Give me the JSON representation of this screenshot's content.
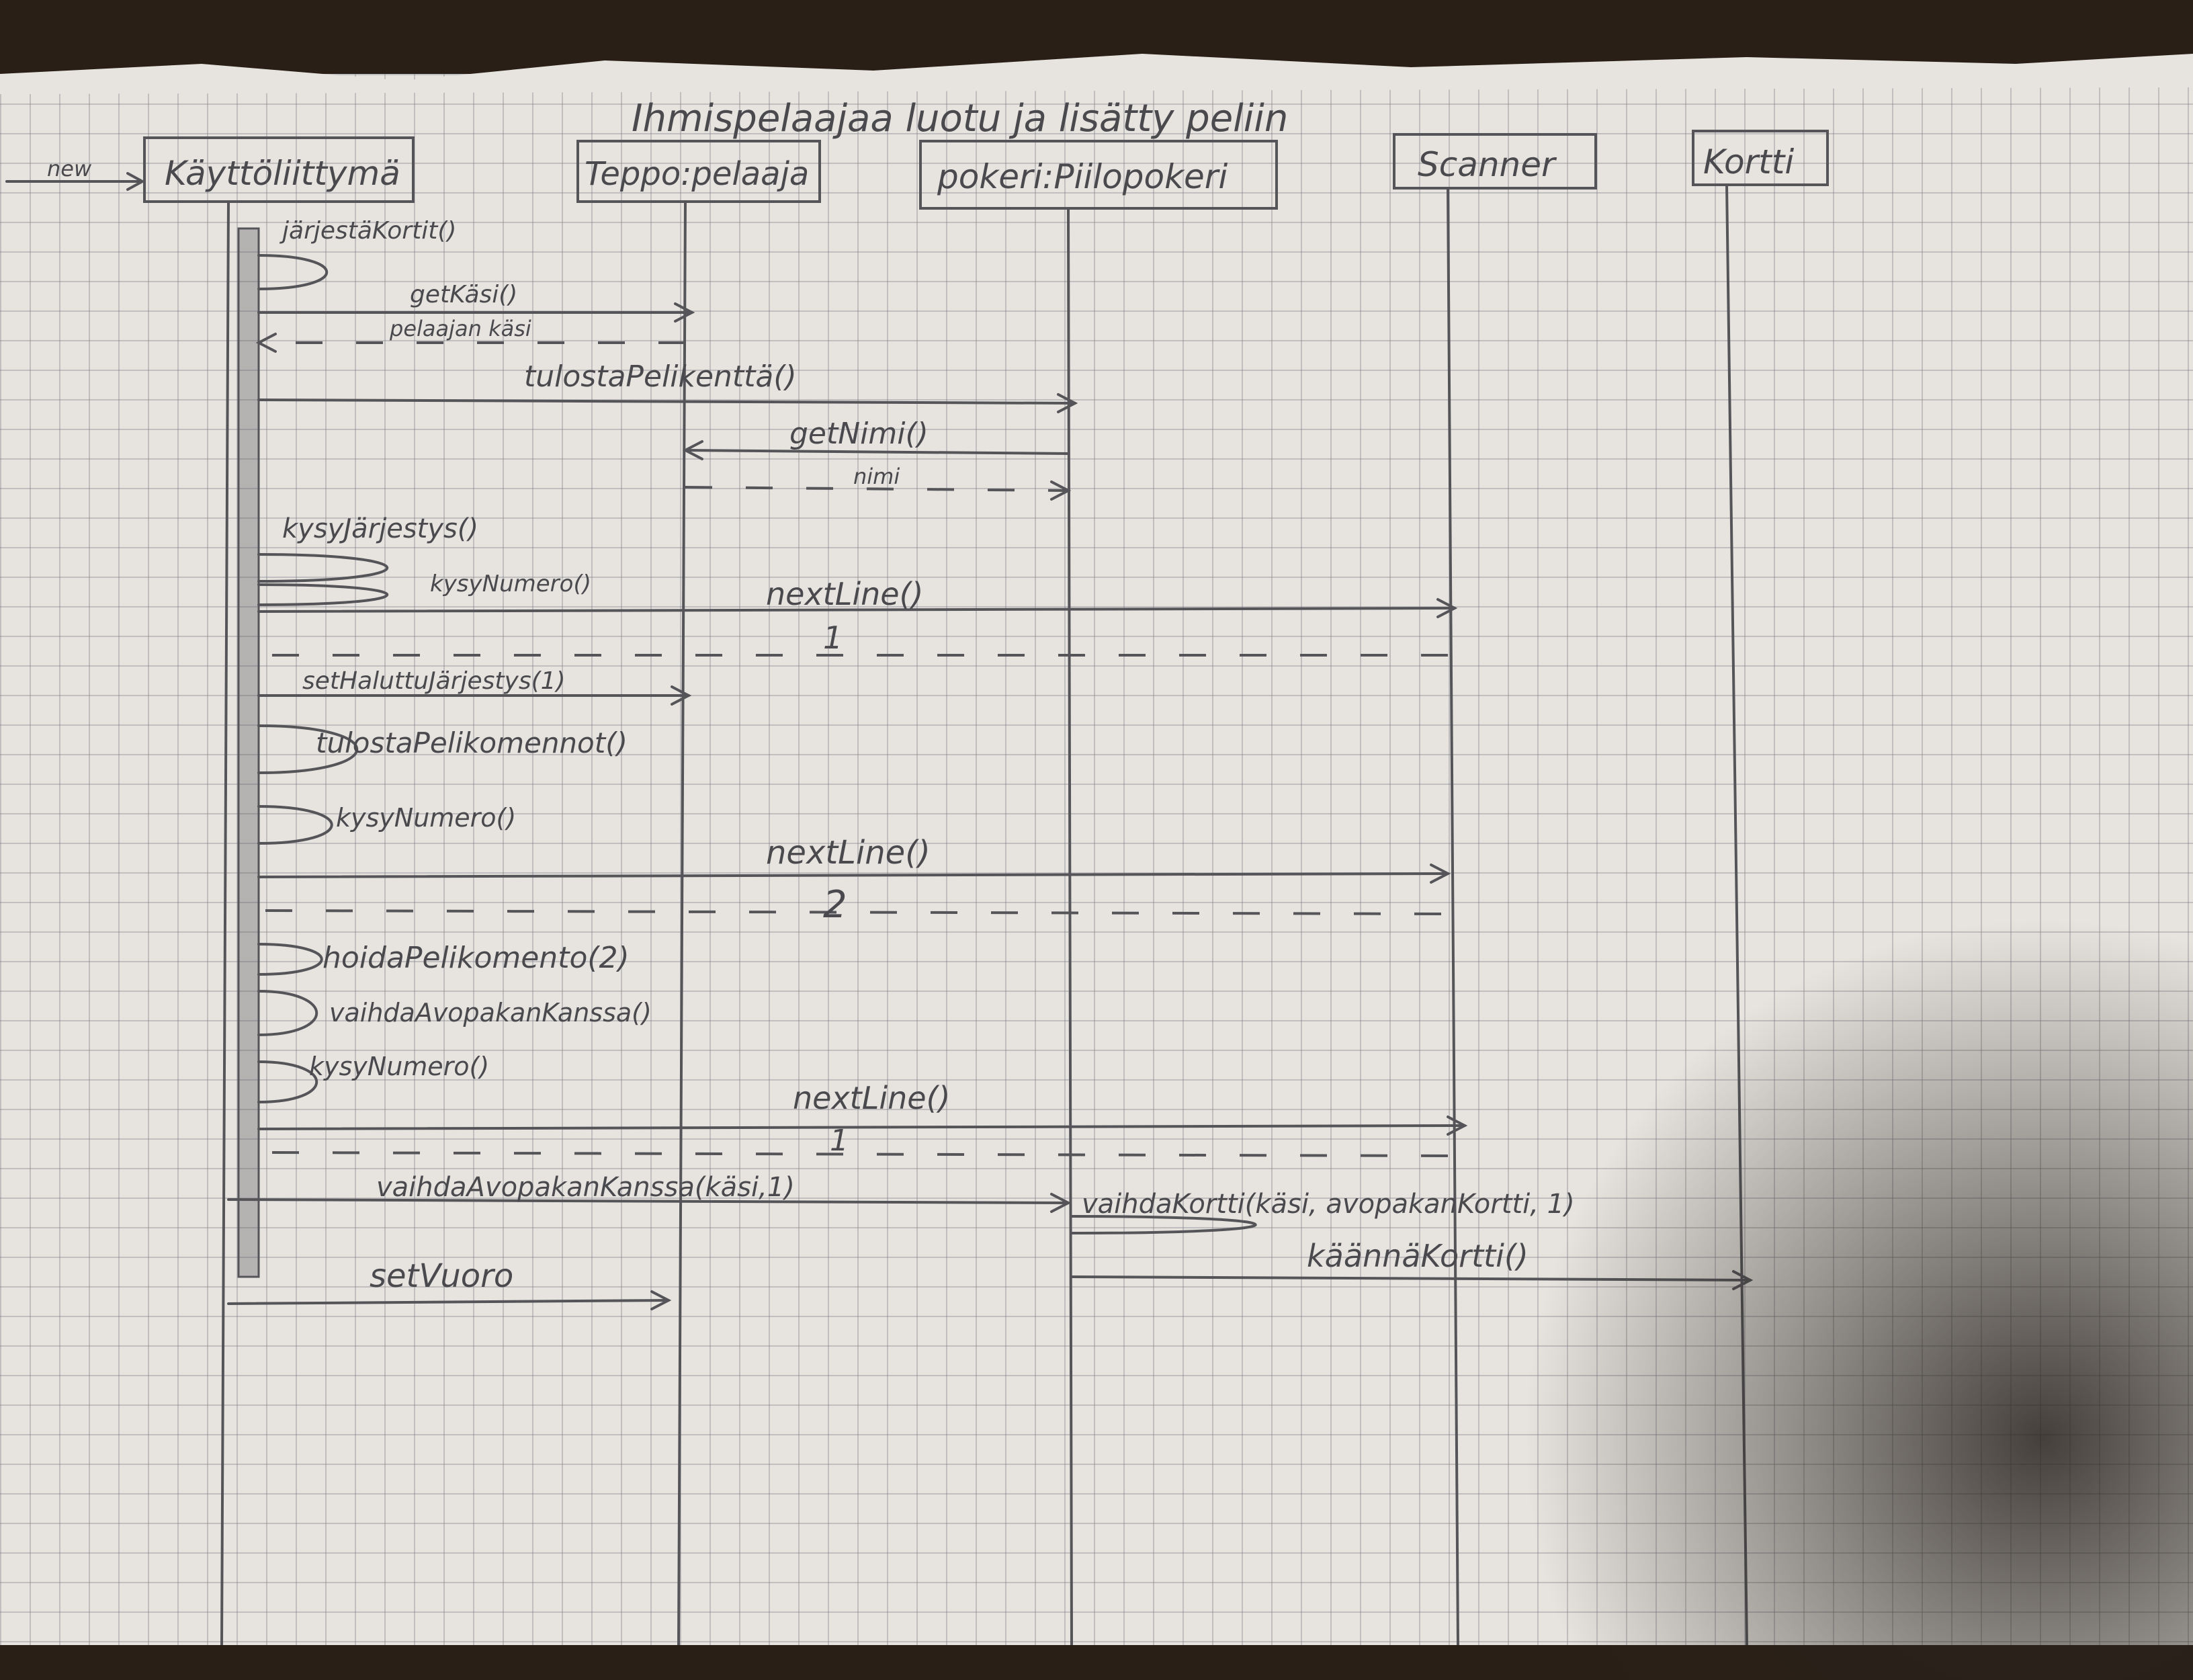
{
  "title": "Ihmispelaajaa luotu ja lisätty peliin",
  "new_label": "new",
  "participants": [
    {
      "id": "ui",
      "label": "Käyttöliittymä"
    },
    {
      "id": "teppo",
      "label": "Teppo:pelaaja"
    },
    {
      "id": "pokeri",
      "label": "pokeri:Piilopokeri"
    },
    {
      "id": "scanner",
      "label": "Scanner"
    },
    {
      "id": "kortti",
      "label": "Kortti"
    }
  ],
  "messages": [
    {
      "label": "järjestäKortit()",
      "kind": "self"
    },
    {
      "label": "getKäsi()",
      "kind": "call",
      "to": "teppo"
    },
    {
      "label": "pelaajan käsi",
      "kind": "return",
      "from": "teppo"
    },
    {
      "label": "tulostaPelikenttä()",
      "kind": "call",
      "to": "pokeri"
    },
    {
      "label": "getNimi()",
      "kind": "call",
      "from": "pokeri",
      "to": "teppo"
    },
    {
      "label": "nimi",
      "kind": "return",
      "from": "teppo",
      "to": "pokeri"
    },
    {
      "label": "kysyJärjestys()",
      "kind": "self"
    },
    {
      "label": "kysyNumero()",
      "kind": "self"
    },
    {
      "label": "nextLine()",
      "kind": "call",
      "to": "scanner"
    },
    {
      "label": "1",
      "kind": "return",
      "from": "scanner"
    },
    {
      "label": "setHaluttuJärjestys(1)",
      "kind": "call",
      "to": "teppo"
    },
    {
      "label": "tulostaPelikomennot()",
      "kind": "self"
    },
    {
      "label": "kysyNumero()",
      "kind": "self"
    },
    {
      "label": "nextLine()",
      "kind": "call",
      "to": "scanner"
    },
    {
      "label": "2",
      "kind": "return",
      "from": "scanner"
    },
    {
      "label": "hoidaPelikomento(2)",
      "kind": "self"
    },
    {
      "label": "vaihdaAvopakanKanssa()",
      "kind": "self"
    },
    {
      "label": "kysyNumero()",
      "kind": "self"
    },
    {
      "label": "nextLine()",
      "kind": "call",
      "to": "scanner"
    },
    {
      "label": "1",
      "kind": "return",
      "from": "scanner"
    },
    {
      "label": "vaihdaAvopakanKanssa(käsi,1)",
      "kind": "call",
      "to": "pokeri"
    },
    {
      "label": "vaihdaKortti(käsi, avopakanKortti, 1)",
      "kind": "self_pokeri"
    },
    {
      "label": "käännäKortti()",
      "kind": "call",
      "from": "pokeri",
      "to": "kortti"
    },
    {
      "label": "setVuoro",
      "kind": "call",
      "to": "teppo"
    }
  ]
}
